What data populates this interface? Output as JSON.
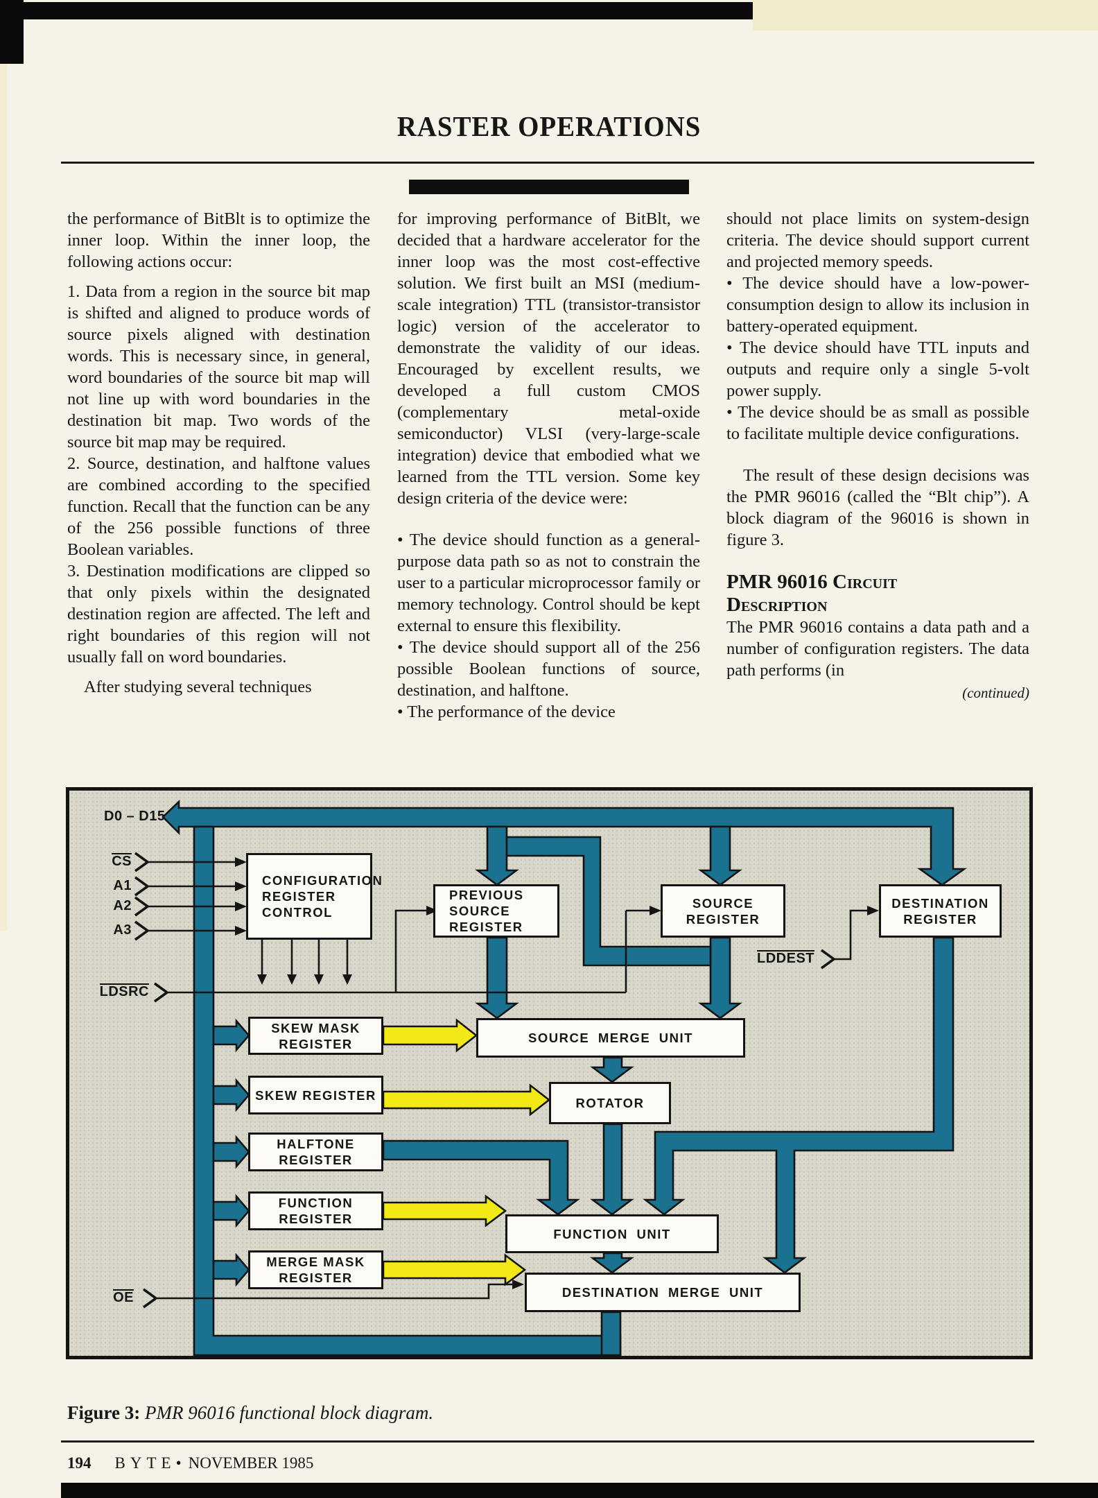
{
  "header": {
    "title": "RASTER OPERATIONS"
  },
  "columns": {
    "col1": {
      "p1": "the performance of BitBlt is to optimize the inner loop. Within the inner loop, the following actions occur:",
      "item1": "1. Data from a region in the source bit map is shifted and aligned to produce words of source pixels aligned with destination words. This is necessary since, in general, word boundaries of the source bit map will not line up with word boundaries in the destination bit map. Two words of the source bit map may be required.",
      "item2": "2. Source, destination, and halftone values are combined according to the specified function. Recall that the function can be any of the 256 possible functions of three Boolean variables.",
      "item3": "3. Destination modifications are clipped so that only pixels within the designated destination region are affected. The left and right boundaries of this region will not usually fall on word boundaries.",
      "p2": "After studying several techniques"
    },
    "col2": {
      "p1": "for improving performance of BitBlt, we decided that a hardware accelerator for the inner loop was the most cost-effective solution. We first built an MSI (medium-scale integration) TTL (transistor-transistor logic) version of the accelerator to demonstrate the validity of our ideas. Encouraged by excellent results, we developed a full custom CMOS (complementary metal-oxide semiconductor) VLSI (very-large-scale integration) device that embodied what we learned from the TTL version. Some key design criteria of the device were:",
      "b1": "• The device should function as a general-purpose data path so as not to constrain the user to a particular microprocessor family or memory technology. Control should be kept external to ensure this flexibility.",
      "b2": "• The device should support all of the 256 possible Boolean functions of source, destination, and halftone.",
      "b3": "• The performance of the device"
    },
    "col3": {
      "p1": "should not place limits on system-design criteria. The device should support current and projected memory speeds.",
      "b1": "• The device should have a low-power-consumption design to allow its inclusion in battery-operated equipment.",
      "b2": "• The device should have TTL inputs and outputs and require only a single 5-volt power supply.",
      "b3": "• The device should be as small as possible to facilitate multiple device configurations.",
      "p2": "The result of these design decisions was the PMR 96016 (called the “Blt chip”). A block diagram of the 96016 is shown in figure 3.",
      "h1": "PMR 96016 Circuit",
      "h2": "Description",
      "p3": "The PMR 96016 contains a data path and a number of configuration registers. The data path performs (in",
      "continued": "(continued)"
    }
  },
  "figure": {
    "caption_label": "Figure 3:",
    "caption_text": " PMR 96016 functional block diagram."
  },
  "footer": {
    "page_number": "194",
    "magazine": "BYTE",
    "bullet": "•",
    "issue": "NOVEMBER 1985"
  },
  "diagram": {
    "colors": {
      "bus": "#1b7190",
      "control": "#f2e916",
      "background": "#d9d7ca",
      "box": "#fcfbf5"
    },
    "signals": {
      "d0d15": "D0 – D15",
      "cs": "CS",
      "a1": "A1",
      "a2": "A2",
      "a3": "A3",
      "ldsrc": "LDSRC",
      "lddest": "LDDEST",
      "oe": "OE"
    },
    "boxes": {
      "config": "CONFIGURATION\nREGISTER\nCONTROL",
      "prevsrc": "PREVIOUS\nSOURCE\nREGISTER",
      "srcreg": "SOURCE\nREGISTER",
      "destreg": "DESTINATION\nREGISTER",
      "skewmask": "SKEW MASK\nREGISTER",
      "skewreg": "SKEW REGISTER",
      "halftone": "HALFTONE\nREGISTER",
      "funcreg": "FUNCTION\nREGISTER",
      "mergemask": "MERGE MASK\nREGISTER",
      "smu": "SOURCE MERGE UNIT",
      "rotator": "ROTATOR",
      "fu": "FUNCTION UNIT",
      "dmu": "DESTINATION MERGE UNIT"
    }
  }
}
